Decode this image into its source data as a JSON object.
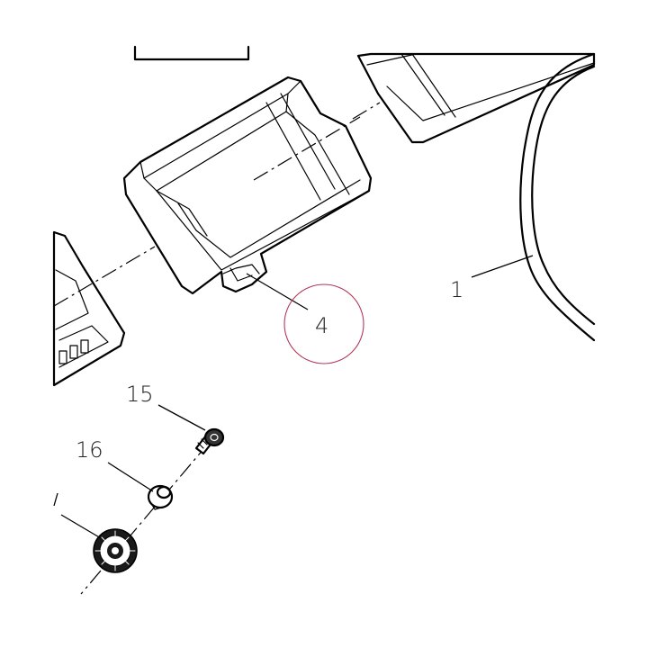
{
  "callouts": [
    {
      "id": "1",
      "label": "1"
    },
    {
      "id": "4",
      "label": "4"
    },
    {
      "id": "15",
      "label": "15"
    },
    {
      "id": "16",
      "label": "16"
    }
  ],
  "highlight": {
    "target": "4",
    "color": "#b03a5a"
  },
  "colors": {
    "line": "#000000",
    "background": "#ffffff"
  }
}
